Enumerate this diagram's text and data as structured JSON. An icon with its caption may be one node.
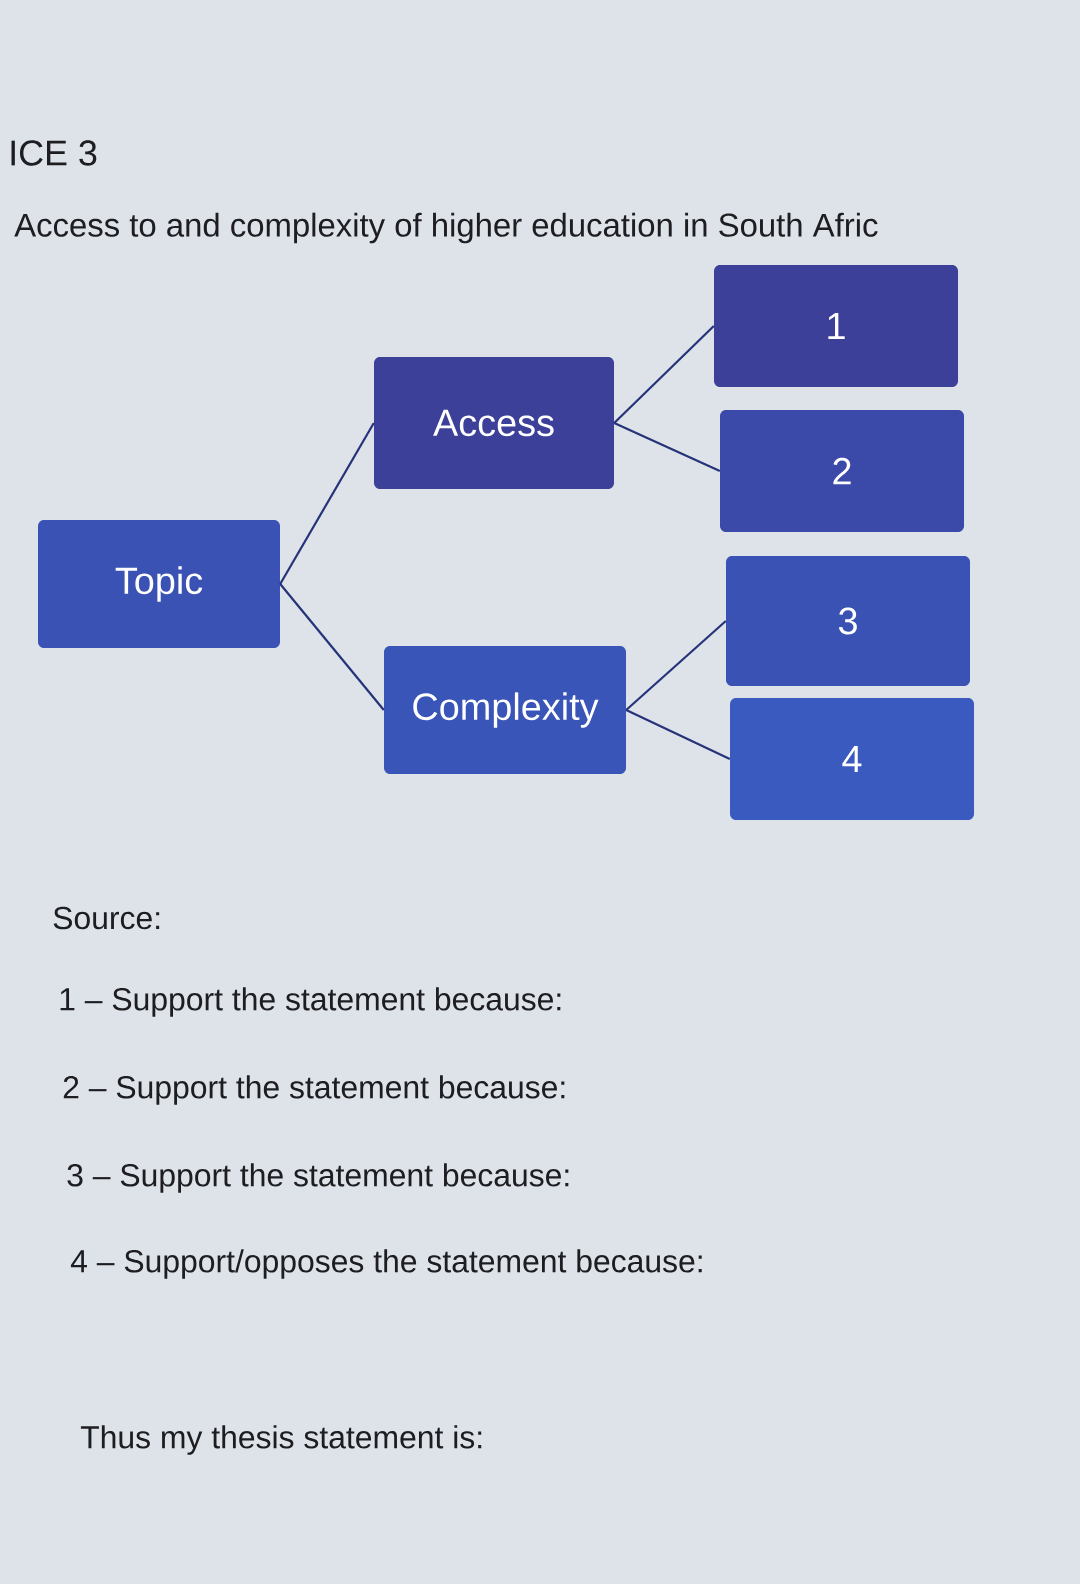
{
  "diagram": {
    "title": "ICE 3",
    "nodes": [
      {
        "text": [
          "Topic"
        ]
      },
      {
        "text": [
          "Access"
        ]
      },
      {
        "text": [
          "Complexity"
        ]
      },
      {
        "text": [
          "1"
        ]
      },
      {
        "text": [
          "2"
        ]
      },
      {
        "text": [
          "3"
        ]
      },
      {
        "text": [
          "4"
        ]
      }
    ],
    "edges": [
      {
        "from": 0,
        "to": 1,
        "arrow": "none"
      },
      {
        "from": 0,
        "to": 2,
        "arrow": "none"
      },
      {
        "from": 1,
        "to": 3,
        "arrow": "none"
      },
      {
        "from": 1,
        "to": 4,
        "arrow": "none"
      },
      {
        "from": 2,
        "to": 5,
        "arrow": "none"
      },
      {
        "from": 2,
        "to": 6,
        "arrow": "none"
      }
    ],
    "labels": [
      "Access to and complexity of higher education in South Afric",
      "Source:",
      "1 – Support the statement because:",
      "2 – Support the statement because:",
      "3 – Support the statement because:",
      "4 – Support/opposes the statement because:",
      "Thus my thesis statement is:"
    ]
  }
}
